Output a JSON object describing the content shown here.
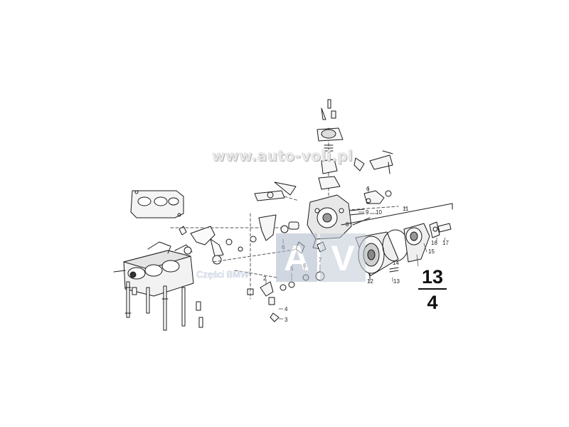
{
  "callouts": [
    "2",
    "3",
    "4",
    "5",
    "6",
    "6",
    "6",
    "7",
    "8",
    "9",
    "10",
    "11",
    "12",
    "13",
    "14",
    "15",
    "16",
    "17"
  ],
  "group_number": {
    "main": "13",
    "sub": "4"
  },
  "watermarks": {
    "url": "www.auto-voli.pl",
    "shop": "Części BMW",
    "logo": "AV"
  }
}
